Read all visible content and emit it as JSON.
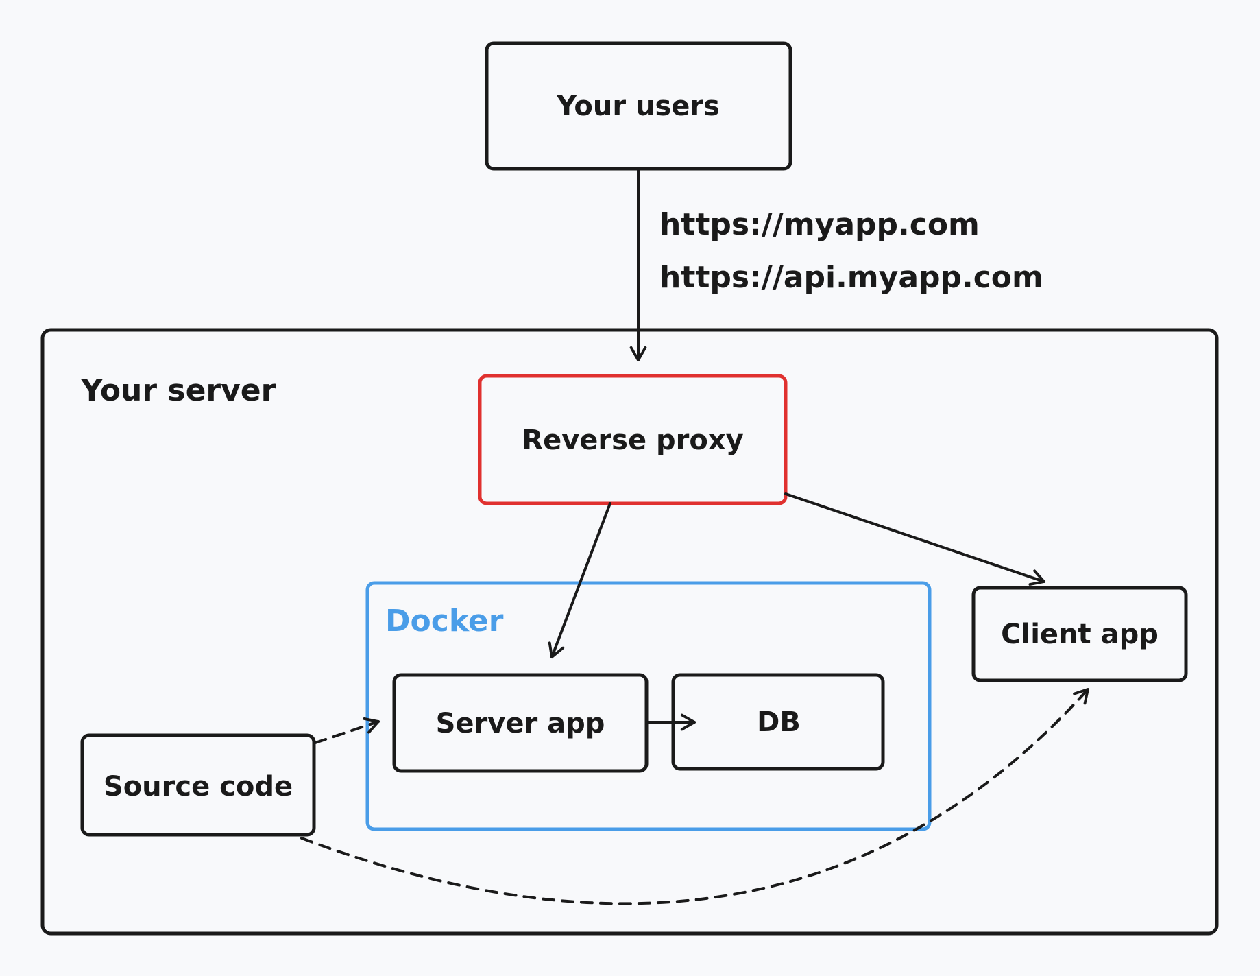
{
  "diagram": {
    "users_label": "Your users",
    "url_1": "https://myapp.com",
    "url_2": "https://api.myapp.com",
    "server_label": "Your server",
    "proxy_label": "Reverse proxy",
    "docker_label": "Docker",
    "server_app_label": "Server app",
    "db_label": "DB",
    "client_app_label": "Client app",
    "source_code_label": "Source code",
    "colors": {
      "stroke": "#1a1a1a",
      "proxy": "#e0312f",
      "docker": "#4a9de8",
      "background": "#f8f9fb"
    }
  }
}
